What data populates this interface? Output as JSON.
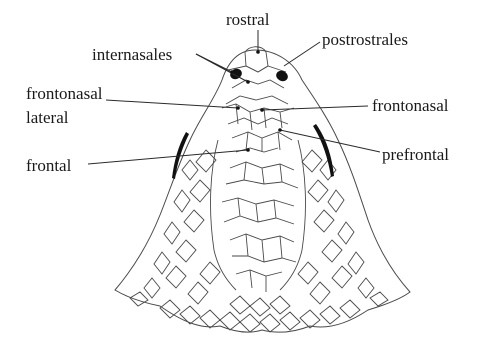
{
  "labels": {
    "rostral": "rostral",
    "postrostrales": "postrostrales",
    "internasales": "internasales",
    "frontonasal_lateral_line1": "frontonasal",
    "frontonasal_lateral_line2": "lateral",
    "frontonasal": "frontonasal",
    "frontal": "frontal",
    "prefrontal": "prefrontal"
  },
  "colors": {
    "scale_outline": "#4a4a4a",
    "leader_line": "#2a2a2a",
    "label_text": "#1a1a1a",
    "dark_marks": "#111111"
  }
}
